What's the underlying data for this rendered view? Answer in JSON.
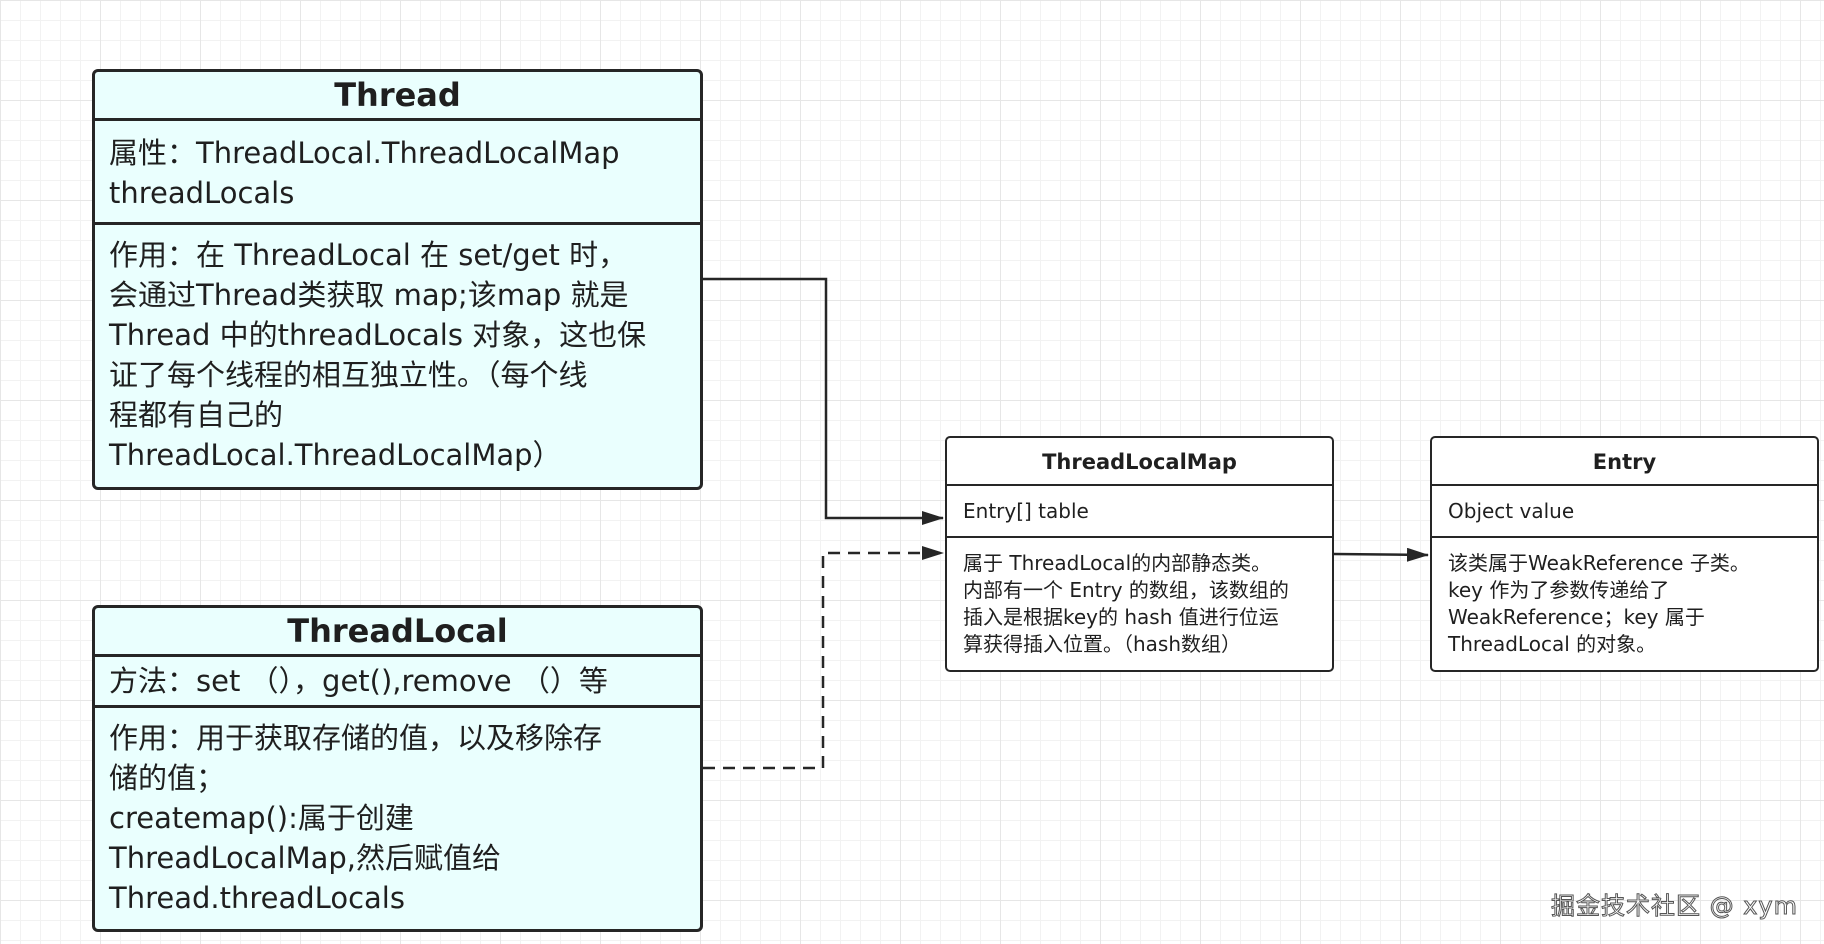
{
  "diagram": {
    "thread": {
      "title": "Thread",
      "attribute": "属性：ThreadLocal.ThreadLocalMap\nthreadLocals",
      "description": "作用：在 ThreadLocal 在 set/get 时，\n会通过Thread类获取 map;该map 就是\nThread 中的threadLocals 对象，这也保\n证了每个线程的相互独立性。（每个线\n程都有自己的\nThreadLocal.ThreadLocalMap）"
    },
    "thread_local": {
      "title": "ThreadLocal",
      "methods": "方法：set （），get(),remove （）等",
      "description": "作用：用于获取存储的值，以及移除存\n储的值；\ncreatemap():属于创建\nThreadLocalMap,然后赋值给\nThread.threadLocals"
    },
    "thread_local_map": {
      "title": "ThreadLocalMap",
      "field": "Entry[] table",
      "description": "属于 ThreadLocal的内部静态类。\n内部有一个 Entry 的数组，该数组的\n插入是根据key的 hash 值进行位运\n算获得插入位置。（hash数组）"
    },
    "entry": {
      "title": "Entry",
      "field": "Object value",
      "description": "该类属于WeakReference 子类。\nkey 作为了参数传递给了\nWeakReference；key 属于\nThreadLocal 的对象。"
    }
  },
  "watermark": "掘金技术社区 @ xym",
  "colors": {
    "box_fill": "#eafffe",
    "stroke": "#262626",
    "grid": "#e6e6e6"
  }
}
